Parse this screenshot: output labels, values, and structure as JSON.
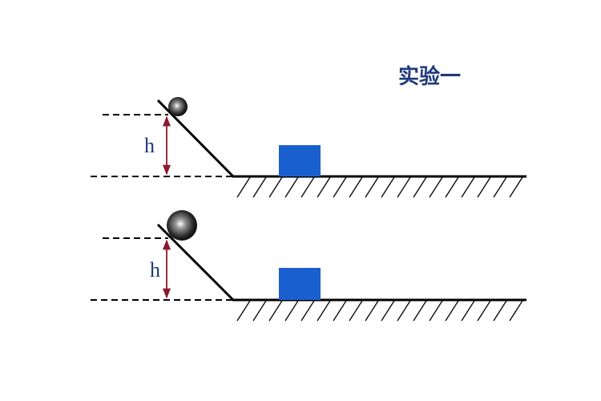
{
  "title": "实验一",
  "setups": [
    {
      "height_label": "h",
      "ball": "small"
    },
    {
      "height_label": "h",
      "ball": "large"
    }
  ],
  "colors": {
    "block": "#1a5fd0",
    "arrow": "#8b1a2e",
    "label": "#1f3a7a",
    "line": "#000000"
  }
}
